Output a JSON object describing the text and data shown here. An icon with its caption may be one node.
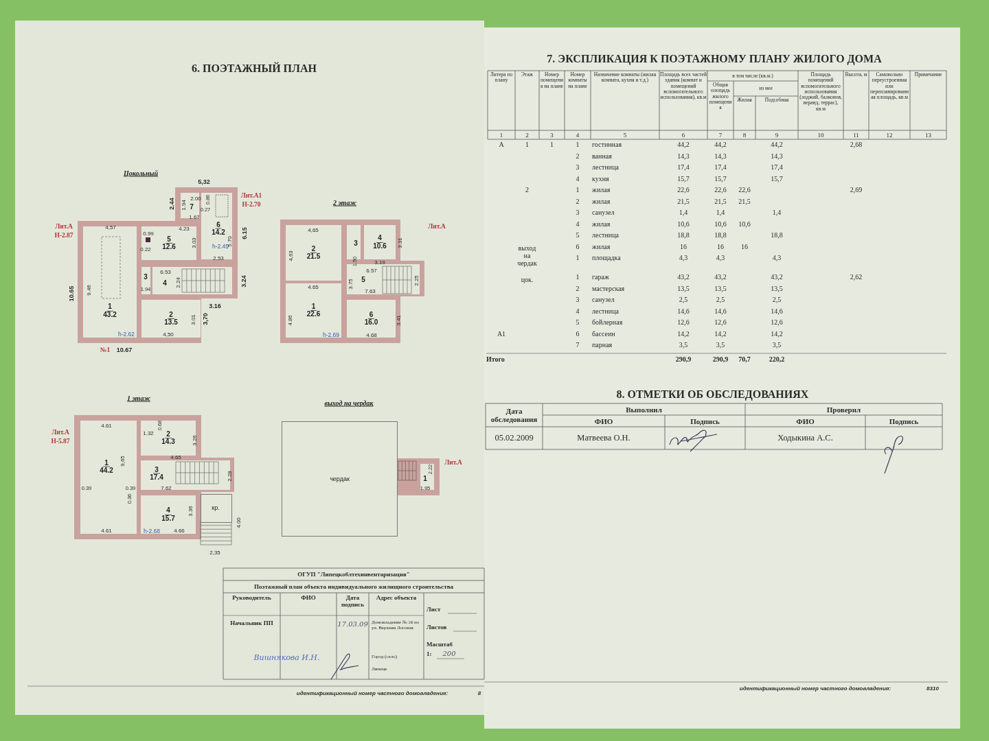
{
  "diagram": {
    "nodes": [
      {
        "text": [
          "Цокольный"
        ]
      },
      {
        "text": [
          "1",
          "43.2"
        ],
        "in": 0
      },
      {
        "text": [
          "5",
          "12.6"
        ],
        "in": 0
      },
      {
        "text": [
          "6",
          "14.2"
        ],
        "in": 0
      },
      {
        "text": [
          "7"
        ],
        "in": 0
      },
      {
        "text": [
          "3"
        ],
        "in": 0
      },
      {
        "text": [
          "4"
        ],
        "in": 0
      },
      {
        "text": [
          "2",
          "13.5"
        ],
        "in": 0
      },
      {
        "text": [
          "2 этаж"
        ]
      },
      {
        "text": [
          "2",
          "21.5"
        ],
        "in": 8
      },
      {
        "text": [
          "3"
        ],
        "in": 8
      },
      {
        "text": [
          "4",
          "10.6"
        ],
        "in": 8
      },
      {
        "text": [
          "5"
        ],
        "in": 8
      },
      {
        "text": [
          "1",
          "22.6"
        ],
        "in": 8
      },
      {
        "text": [
          "6",
          "16.0"
        ],
        "in": 8
      },
      {
        "text": [
          "1 этаж"
        ]
      },
      {
        "text": [
          "1",
          "44.2"
        ],
        "in": 15
      },
      {
        "text": [
          "2",
          "14.3"
        ],
        "in": 15
      },
      {
        "text": [
          "3",
          "17.4"
        ],
        "in": 15
      },
      {
        "text": [
          "4",
          "15.7"
        ],
        "in": 15
      },
      {
        "text": [
          "кр."
        ],
        "in": 15
      },
      {
        "text": [
          "выход на чердак",
          "чердак"
        ]
      },
      {
        "text": [
          "1"
        ]
      }
    ],
    "labels": [
      "6. ПОЭТАЖНЫЙ ПЛАН",
      "5,32",
      "2.44",
      "2.00",
      "1.94",
      "0.86",
      "0.27",
      "1.67",
      "Лит.А1",
      "Н-2.70",
      "Лит.А",
      "Н-2.87",
      "4,57",
      "4.23",
      "0.99",
      "0.22",
      "3.03",
      "5.70",
      "6.15",
      "h-2.45",
      "2.53",
      "6.53",
      "1.94",
      "2.24",
      "3.24",
      "9.46",
      "10.65",
      "3.16",
      "3.01",
      "3,70",
      "h-2.62",
      "4,50",
      "№1",
      "10.67",
      "Лит.А",
      "4,65",
      "4,63",
      "3.31",
      "1.50",
      "3.19",
      "6.57",
      "3.75",
      "2.25",
      "7.63",
      "4.65",
      "4.86",
      "3.41",
      "h-2.69",
      "4.68",
      "Лит.А",
      "Н-5.87",
      "4.61",
      "1.32",
      "0.68",
      "3.26",
      "9,65",
      "4.65",
      "2.28",
      "0.39",
      "0.39",
      "0.36",
      "7.62",
      "3.36",
      "4.00",
      "4.61",
      "h-2.68",
      "4.66",
      "2,35",
      "Лит.А",
      "2.22",
      "1.95",
      "7. ЭКСПЛИКАЦИЯ К ПОЭТАЖНОМУ ПЛАНУ ЖИЛОГО ДОМА",
      "Литера по плану",
      "Этаж",
      "Номер помещения на плане",
      "Номер комнаты на плане",
      "Назначение комнаты (жилая комната, кухня и т.д.)",
      "Площадь всех частей здания (комнат и помещений вспомогательного использования), кв.м",
      "в том числе (кв.м.)",
      "Площадь помещений вспомогательного использования (лоджий, балконов, веранд, террас), кв.м",
      "Высота, м",
      "Самовольно переустроенная или перепланированная площадь, кв.м",
      "Примечание",
      "Общая площадь жилого помещения",
      "из нее",
      "Жилая",
      "Подсобная",
      "1",
      "2",
      "3",
      "4",
      "5",
      "6",
      "7",
      "8",
      "9",
      "10",
      "11",
      "12",
      "13",
      "А",
      "1",
      "1",
      "1",
      "гостинная",
      "44,2",
      "44,2",
      "44,2",
      "2,68",
      "2",
      "ванная",
      "14,3",
      "14,3",
      "14,3",
      "3",
      "лестница",
      "17,4",
      "17,4",
      "17,4",
      "4",
      "кухня",
      "15,7",
      "15,7",
      "15,7",
      "2",
      "1",
      "жилая",
      "22,6",
      "22,6",
      "22,6",
      "2,69",
      "2",
      "жилая",
      "21,5",
      "21,5",
      "21,5",
      "3",
      "санузел",
      "1,4",
      "1,4",
      "1,4",
      "4",
      "жилая",
      "10,6",
      "10,6",
      "10,6",
      "5",
      "лестница",
      "18,8",
      "18,8",
      "18,8",
      "6",
      "жилая",
      "16",
      "16",
      "16",
      "выход на чердак",
      "1",
      "площадка",
      "4,3",
      "4,3",
      "4,3",
      "цок.",
      "1",
      "гараж",
      "43,2",
      "43,2",
      "43,2",
      "2,62",
      "2",
      "мастерская",
      "13,5",
      "13,5",
      "13,5",
      "3",
      "санузел",
      "2,5",
      "2,5",
      "2,5",
      "4",
      "лестница",
      "14,6",
      "14,6",
      "14,6",
      "5",
      "бойлерная",
      "12,6",
      "12,6",
      "12,6",
      "А1",
      "6",
      "бассеин",
      "14,2",
      "14,2",
      "14,2",
      "7",
      "парная",
      "3,5",
      "3,5",
      "3,5",
      "Итого",
      "290,9",
      "290,9",
      "70,7",
      "220,2",
      "8. ОТМЕТКИ ОБ ОБСЛЕДОВАНИЯХ",
      "Дата обследования",
      "Выполнил",
      "Проверил",
      "ФИО",
      "Подпись",
      "ФИО",
      "Подпись",
      "05.02.2009",
      "Матвеева О.Н.",
      "Ходыкина А.С.",
      "ОГУП \"Липецкоблтехинвентаризация\"",
      "Поэтажный план объекта индивидуального жилищного строительства",
      "Руководитель",
      "ФИО",
      "Дата подпись",
      "Адрес объекта",
      "Лист",
      "Начальник ПП",
      "17.03.09",
      "Домовладение № 16 по ул. Верхняя Логовая",
      "Листов",
      "Масштаб",
      "1:",
      "200",
      "Вишнякова И.Н.",
      "Город (село)",
      "Липецк",
      "идентификационный номер частного домовладения:",
      "8",
      "идентификационный номер частного домовладения:",
      "8310"
    ]
  }
}
